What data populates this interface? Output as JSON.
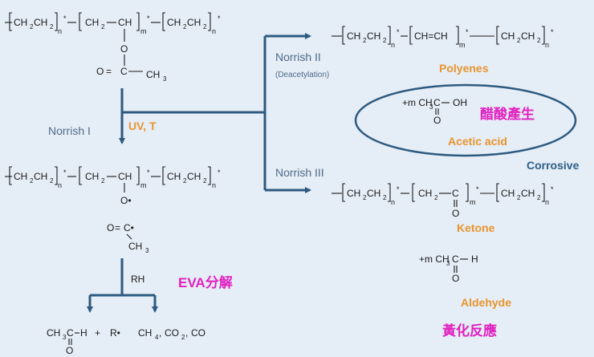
{
  "chem": {
    "n": "n",
    "m": "m",
    "star": "*",
    "ch2ch2": "CH",
    "ch2": "CH",
    "ch": "CH",
    "ch3": "CH",
    "two": "2",
    "three": "3",
    "o": "O",
    "o_radical": "O•",
    "c": "C",
    "c_radical": "C•",
    "eq": "=",
    "ch_eq_ch": "CH=CH",
    "m_ch3": "+m CH",
    "oh": "OH",
    "h": "H",
    "r_radical": "R•",
    "plus": "+",
    "ch4": "CH",
    "four": "4",
    "co2": "CO",
    "co": "CO",
    "comma": ","
  },
  "labels": {
    "norrish1": "Norrish I",
    "norrish2": "Norrish II",
    "deacetylation": "(Deacetylation)",
    "norrish3": "Norrish III",
    "uvt": "UV, T",
    "rh": "RH",
    "polyenes": "Polyenes",
    "acetic_acid": "Acetic acid",
    "acetic_zh": "醋酸產生",
    "corrosive": "Corrosive",
    "ketone": "Ketone",
    "aldehyde": "Aldehyde",
    "eva_zh": "EVA分解",
    "yellow_zh": "黃化反應"
  },
  "colors": {
    "background": "#e5edf6",
    "arrow": "#2d5a80",
    "orange": "#e8952e",
    "magenta": "#e020c0",
    "corrosive": "#2d5f86"
  }
}
